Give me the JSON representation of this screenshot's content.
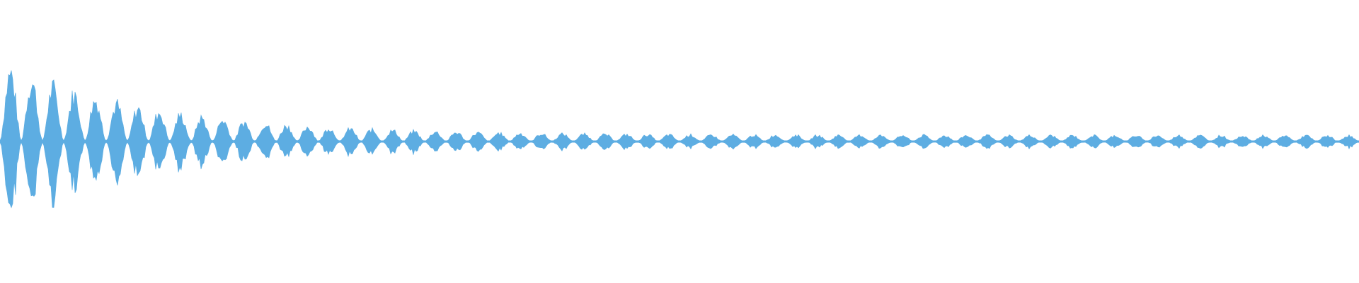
{
  "waveform": {
    "color": "#5DADE2",
    "background": "#FFFFFF",
    "type": "audio-amplitude-waveform",
    "description_visible_text": "",
    "amplitude_envelope": {
      "start_level": 1.0,
      "end_level": 0.08,
      "decay": "exponential-then-flat",
      "pulse_count": 64
    }
  }
}
